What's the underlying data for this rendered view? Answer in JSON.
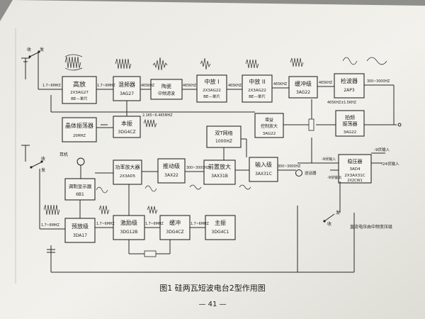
{
  "caption": "图1  硅两瓦短波电台2型作用图",
  "page_number": "— 41 —",
  "diagram": {
    "labels": {
      "shou": "收",
      "fa": "发",
      "earphone": "耳机",
      "mic": "送话器",
      "v9_in": "-9伏输入",
      "v9_out": "-9伏输出",
      "v24_in": "-24伏输入",
      "v9_input": "-9伏输入",
      "note": "直流电压由中频变压级"
    },
    "blocks": {
      "rf_amp": {
        "name": "高放",
        "part": "2X3AG27",
        "extra": "BE—单片"
      },
      "mixer": {
        "name": "混频器",
        "part": "3AG27"
      },
      "ceramic_filter": {
        "name": "陶瓷",
        "part": "中频滤波"
      },
      "if_amp_1": {
        "name": "中放 I",
        "part": "2X3AG22",
        "extra": "BE—单片"
      },
      "if_amp_2": {
        "name": "中放 II",
        "part": "2X3AG22",
        "extra": "BE—单片"
      },
      "buffer_rx": {
        "name": "缓冲级",
        "part": "3AG22"
      },
      "detector": {
        "name": "检波器",
        "part": "2AP3"
      },
      "crystal_osc": {
        "name": "晶体振荡器",
        "part": "20MHZ"
      },
      "local_osc": {
        "name": "本振",
        "part": "3DG4CZ"
      },
      "agc_amp": {
        "name": "增益",
        "extra": "控制放大",
        "part": "3AG22"
      },
      "tx_osc": {
        "name": "拍频",
        "extra": "振荡器",
        "part": "3AG22"
      },
      "mod_indicator": {
        "name": "调制显示器",
        "part": "6B1"
      },
      "power_amp": {
        "name": "功率放大器",
        "part": "2X3AD5"
      },
      "driver": {
        "name": "推动级",
        "part": "3AX22"
      },
      "double_t": {
        "name": "双T网络",
        "part": "1000HZ"
      },
      "preamp": {
        "name": "前置放大",
        "part": "3AX31B"
      },
      "input_stage": {
        "name": "输入级",
        "part": "3AX31C"
      },
      "regulator": {
        "name": "稳压器",
        "part": "3AD4",
        "extra": "2X3AX31C",
        "extra2": "2X2CW1"
      },
      "pre_tx": {
        "name": "预放级",
        "part": "3DA17"
      },
      "excitation": {
        "name": "激励级",
        "part": "3DG12B"
      },
      "buffer_tx": {
        "name": "缓冲",
        "part": "3DG4CZ"
      },
      "master_osc": {
        "name": "主振",
        "part": "3DG4C1"
      }
    },
    "freqs": {
      "f_1_7_60_in": "1.7~6MHZ",
      "f_1_7_60_out": "1.7~6MHZ",
      "f_465_a": "465KHZ",
      "f_465_b": "465KHZ",
      "f_465_c": "465KHZ",
      "f_465_d": "465KHZ",
      "f_465_e": "465KHZ",
      "f_audio": "300~3000HZ",
      "f_note": "465KHZ±1.5KHZ",
      "f_lo_range": "2.165~6.465MHZ",
      "f_audio_b": "300~3000HZ",
      "f_audio_c": "300~3000HZ",
      "f_tx_a": "1.7~6MHZ",
      "f_tx_b": "1.7~6MHZ",
      "f_tx_c": "1.7~6MHZ",
      "f_tx_d": "1.7~6MHZ"
    }
  }
}
